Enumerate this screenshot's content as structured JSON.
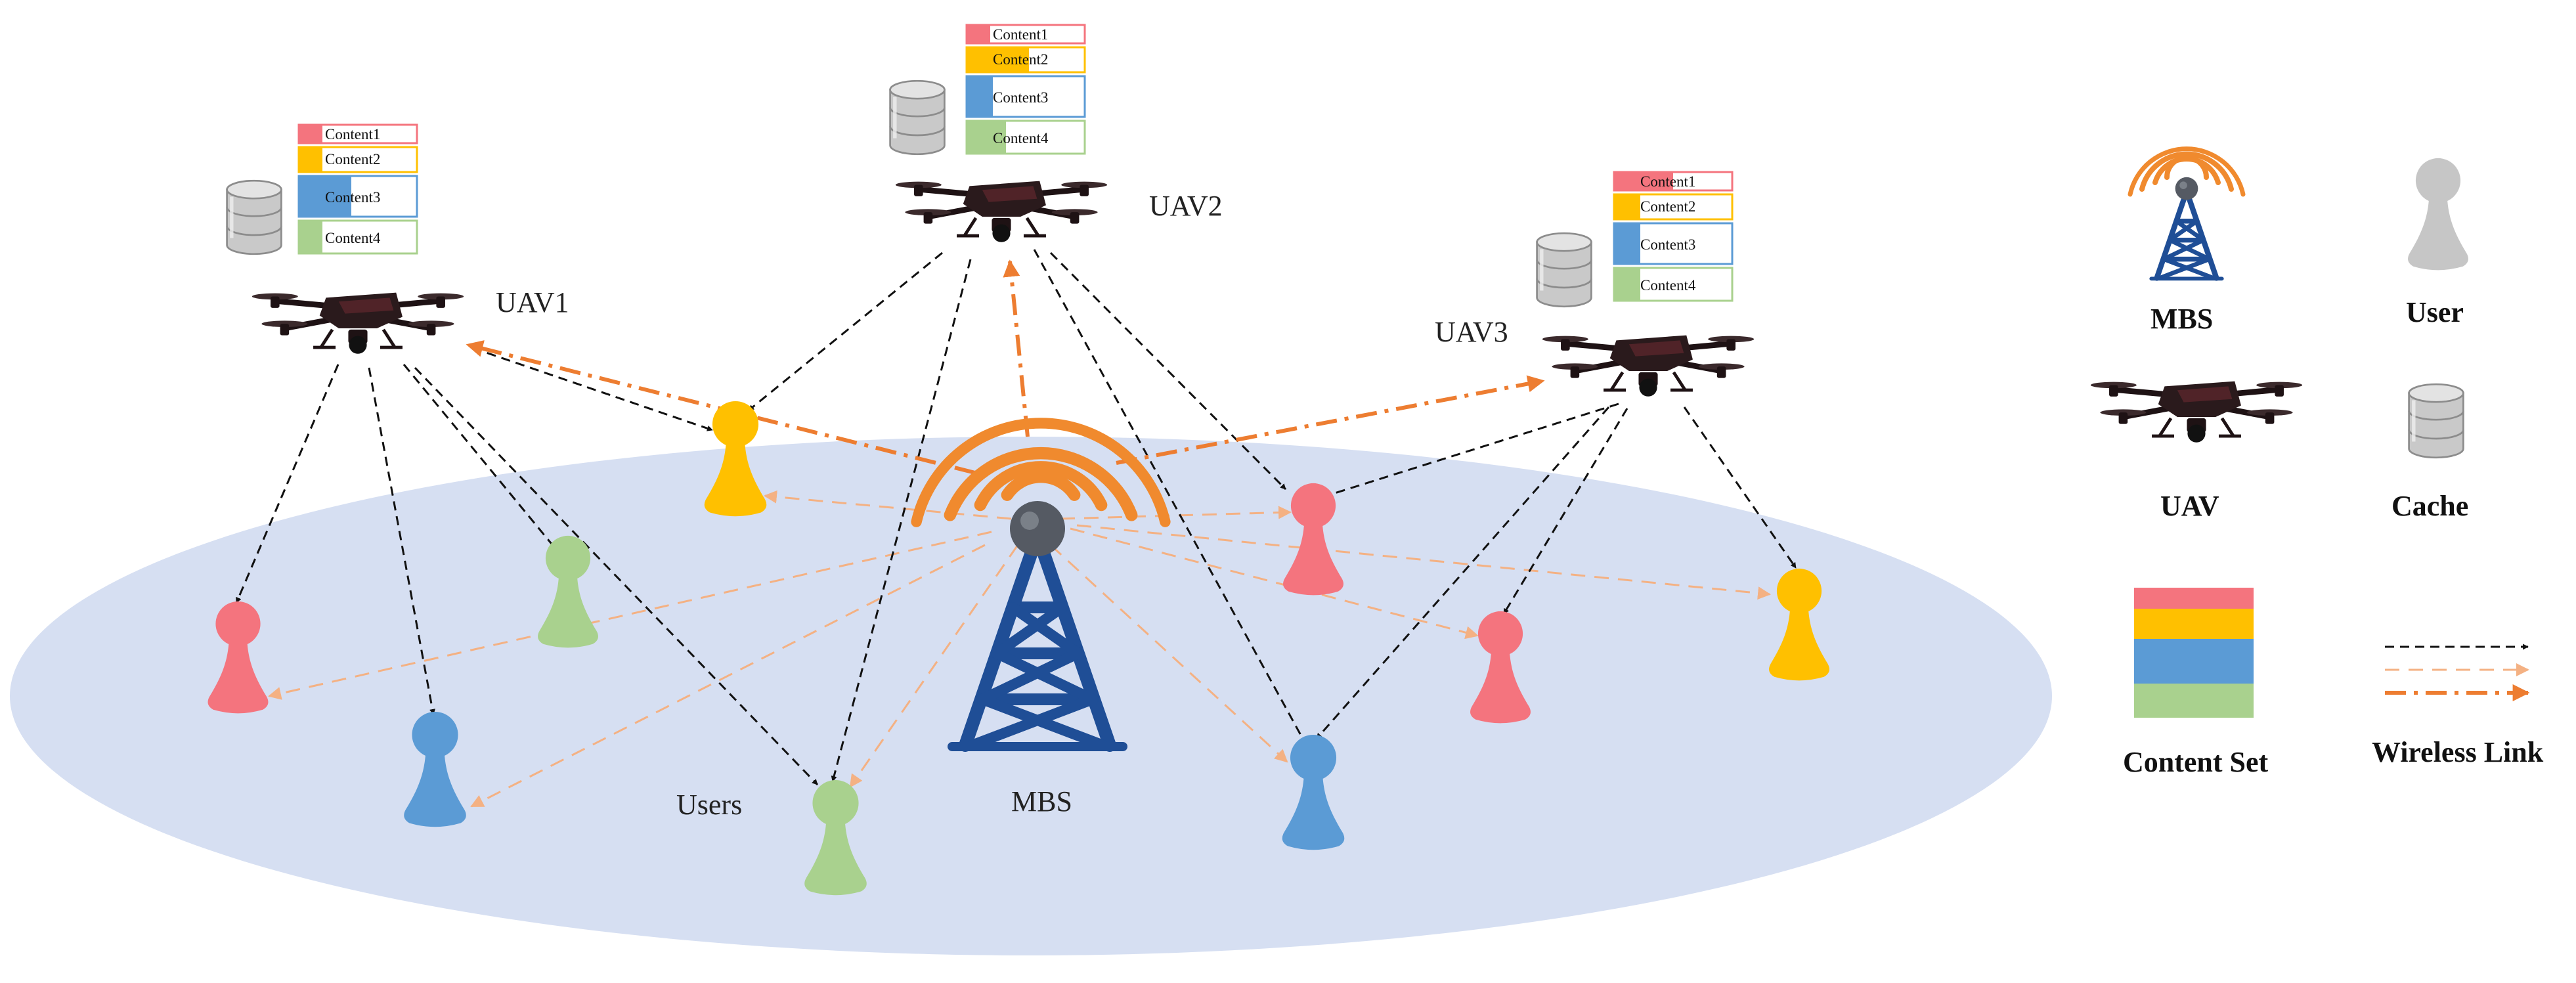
{
  "labels": {
    "uav1": "UAV1",
    "uav2": "UAV2",
    "uav3": "UAV3",
    "users": "Users",
    "mbs": "MBS"
  },
  "content_items": [
    "Content1",
    "Content2",
    "Content3",
    "Content4"
  ],
  "legend": {
    "mbs": "MBS",
    "user": "User",
    "uav": "UAV",
    "cache": "Cache",
    "content_set": "Content Set",
    "wireless_link": "Wireless Link"
  },
  "colors": {
    "content1": "#f4747e",
    "content2": "#ffc000",
    "content3": "#5b9bd5",
    "content4": "#a9d18e",
    "tower": "#1f4e96",
    "signal": "#f08a2e",
    "ground": "#d6dff2",
    "drone": "#2a1a1c"
  },
  "icons": {
    "drone": "drone-icon",
    "tower": "tower-icon",
    "user": "user-icon",
    "cache": "database-icon"
  }
}
